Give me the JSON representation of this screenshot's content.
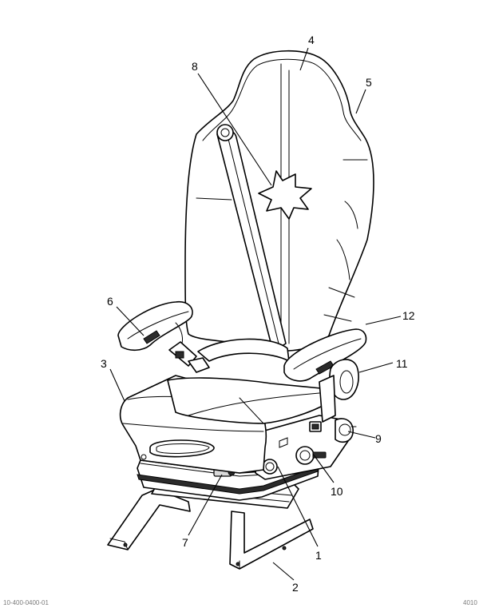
{
  "figure": {
    "callouts": [
      {
        "id": "1",
        "label": "1"
      },
      {
        "id": "2",
        "label": "2"
      },
      {
        "id": "3",
        "label": "3"
      },
      {
        "id": "4",
        "label": "4"
      },
      {
        "id": "5",
        "label": "5"
      },
      {
        "id": "6",
        "label": "6"
      },
      {
        "id": "7",
        "label": "7"
      },
      {
        "id": "8",
        "label": "8"
      },
      {
        "id": "9",
        "label": "9"
      },
      {
        "id": "10",
        "label": "10"
      },
      {
        "id": "11",
        "label": "11"
      },
      {
        "id": "12",
        "label": "12"
      }
    ],
    "footer_left": "10-400-0400-01",
    "footer_right": "4010"
  }
}
